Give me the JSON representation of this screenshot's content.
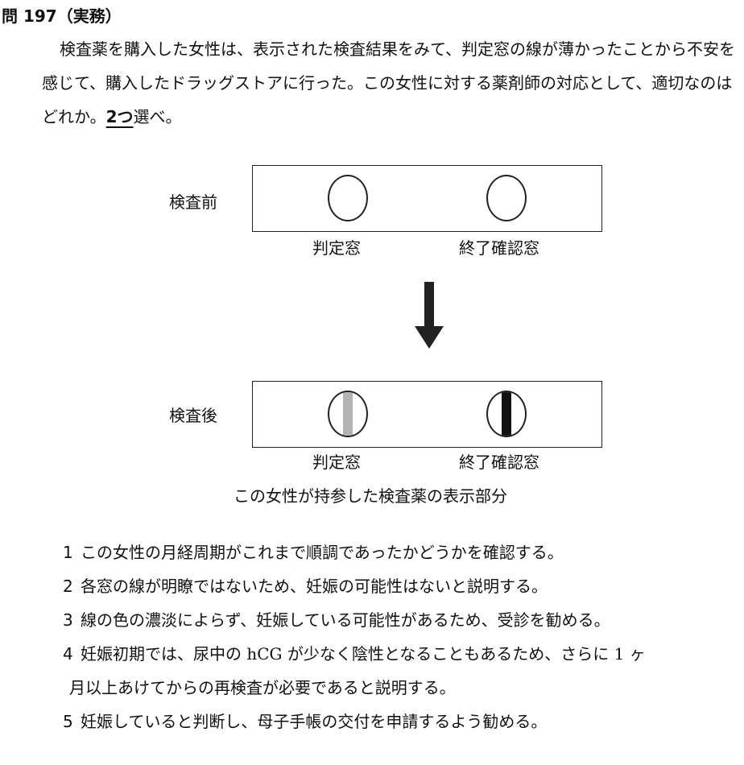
{
  "question": {
    "header": "問 197（実務）",
    "stem_part1": "検査薬を購入した女性は、表示された検査結果をみて、判定窓の線が薄かったことから不安を感じて、購入したドラッグストアに行った。この女性に対する薬剤師の対応として、適切なのはどれか。",
    "stem_emphasis": "2つ",
    "stem_part2": "選べ。"
  },
  "figure": {
    "before": {
      "label": "検査前",
      "window_left": "判定窓",
      "window_right": "終了確認窓"
    },
    "after": {
      "label": "検査後",
      "window_left": "判定窓",
      "window_right": "終了確認窓",
      "line_colors": {
        "judgement": "#b3b3b3",
        "completion": "#111111"
      }
    },
    "caption": "この女性が持参した検査薬の表示部分"
  },
  "options": [
    {
      "num": "1",
      "text": "この女性の月経周期がこれまで順調であったかどうかを確認する。"
    },
    {
      "num": "2",
      "text": "各窓の線が明瞭ではないため、妊娠の可能性はないと説明する。"
    },
    {
      "num": "3",
      "text": "線の色の濃淡によらず、妊娠している可能性があるため、受診を勧める。"
    },
    {
      "num": "4",
      "text": "妊娠初期では、尿中の hCG が少なく陰性となることもあるため、さらに 1 ヶ",
      "text_cont": "月以上あけてからの再検査が必要であると説明する。"
    },
    {
      "num": "5",
      "text": "妊娠していると判断し、母子手帳の交付を申請するよう勧める。"
    }
  ]
}
